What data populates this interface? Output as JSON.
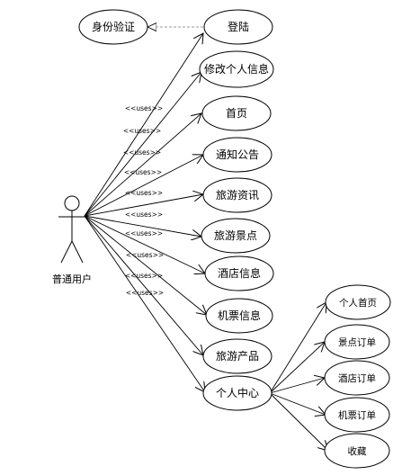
{
  "actor": {
    "name": "普通用户"
  },
  "uses_label": "<<uses>>",
  "use_cases": {
    "auth": "身份验证",
    "login": "登陆",
    "modify": "修改个人信息",
    "home": "首页",
    "notice": "通知公告",
    "travel_info": "旅游资讯",
    "scenic": "旅游景点",
    "hotel_info": "酒店信息",
    "ticket_info": "机票信息",
    "travel_product": "旅游产品",
    "personal_center": "个人中心"
  },
  "sub_cases": {
    "personal_home": "个人首页",
    "scenic_order": "景点订单",
    "hotel_order": "酒店订单",
    "ticket_order": "机票订单",
    "favorites": "收藏"
  }
}
